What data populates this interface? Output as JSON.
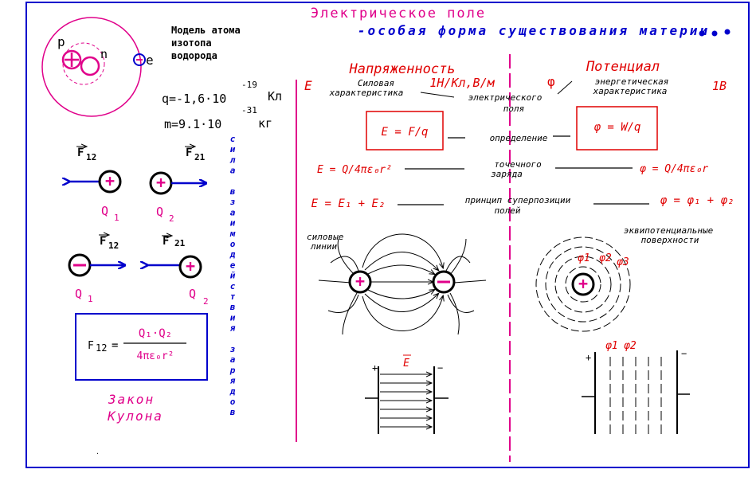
{
  "title": "Электрическое поле",
  "subtitle": "-особая форма существования материи",
  "atom": {
    "caption": [
      "Модель атома",
      "изотопа",
      "водорода"
    ],
    "proton_label": "p",
    "neutron_label": "n",
    "electron_label": "e",
    "charge_text": "q=-1,6·10",
    "charge_exp": "-19",
    "charge_unit": "Кл",
    "mass_text": "m=9.1·10",
    "mass_exp": "-31",
    "mass_unit": "кг"
  },
  "coulomb": {
    "f12": "F",
    "f12_sub": "12",
    "f21": "F",
    "f21_sub": "21",
    "q1": "Q",
    "q1_sub": "1",
    "q2": "Q",
    "q2_sub": "2",
    "plus": "+",
    "minus": "−",
    "formula_lhs": "F",
    "formula_lhs_sub": "12",
    "formula_eq": "=",
    "formula_num": "Q₁·Q₂",
    "formula_den": "4πε₀r²",
    "law_line1": "Закон",
    "law_line2": "Кулона"
  },
  "vertical_text": [
    "с",
    "и",
    "л",
    "а",
    "",
    "в",
    "з",
    "а",
    "и",
    "м",
    "о",
    "д",
    "е",
    "й",
    "с",
    "т",
    "в",
    "и",
    "я",
    "",
    "з",
    "а",
    "р",
    "я",
    "д",
    "о",
    "в"
  ],
  "intensity": {
    "heading": "Напряженность",
    "symbol": "E",
    "char_label": [
      "Силовая",
      "характеристика"
    ],
    "units": "1Н/Кл,В/м",
    "def_formula": "E = F/q",
    "point_formula": "E = Q/4πε₀r²",
    "superposition": "E = E₁ + E₂",
    "lines_label": [
      "силовые",
      "линии"
    ],
    "field_symbol": "E",
    "plate_plus": "+",
    "plate_minus": "−"
  },
  "center": {
    "char_mid": [
      "электрического",
      "поля"
    ],
    "definition": "определение",
    "point_charge": [
      "точечного",
      "заряда"
    ],
    "superposition": [
      "принцип суперпозиции",
      "полей"
    ]
  },
  "potential": {
    "heading": "Потенциал",
    "symbol": "φ",
    "char_label": [
      "энергетическая",
      "характеристика"
    ],
    "unit": "1В",
    "def_formula": "φ = W/q",
    "point_formula": "φ = Q/4πε₀r",
    "superposition": "φ = φ₁ + φ₂",
    "equi_label": [
      "эквипотенциальные",
      "поверхности"
    ],
    "phi_labels": [
      "φ1",
      "φ2",
      "φ3"
    ],
    "plate_phi": [
      "φ1",
      "φ2"
    ],
    "plate_plus": "+",
    "plate_minus": "−"
  },
  "colors": {
    "blue": "#0000cc",
    "magenta": "#e0008a",
    "red": "#e00000",
    "black": "#000000"
  }
}
